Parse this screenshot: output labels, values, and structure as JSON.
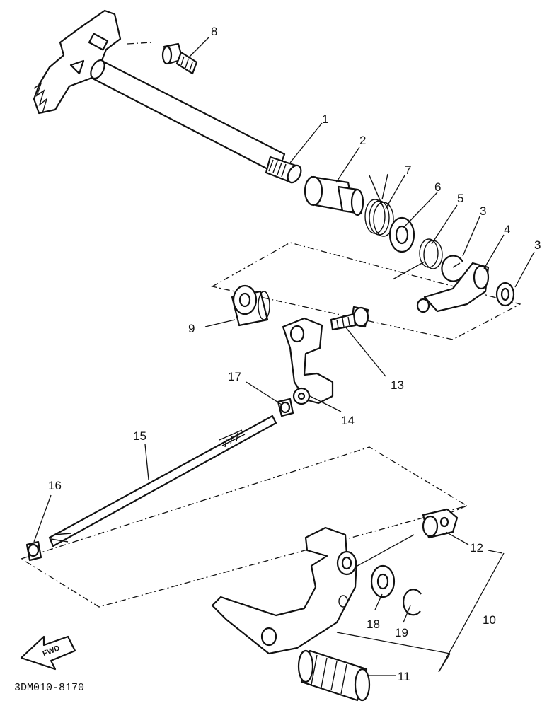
{
  "diagram": {
    "drawing_code": "3DM010-8170",
    "direction_label": "FWD",
    "callouts": [
      {
        "id": "c1",
        "text": "1"
      },
      {
        "id": "c2",
        "text": "2"
      },
      {
        "id": "c3a",
        "text": "3"
      },
      {
        "id": "c3b",
        "text": "3"
      },
      {
        "id": "c4",
        "text": "4"
      },
      {
        "id": "c5",
        "text": "5"
      },
      {
        "id": "c6",
        "text": "6"
      },
      {
        "id": "c7",
        "text": "7"
      },
      {
        "id": "c8",
        "text": "8"
      },
      {
        "id": "c9",
        "text": "9"
      },
      {
        "id": "c10",
        "text": "10"
      },
      {
        "id": "c11",
        "text": "11"
      },
      {
        "id": "c12",
        "text": "12"
      },
      {
        "id": "c13",
        "text": "13"
      },
      {
        "id": "c14",
        "text": "14"
      },
      {
        "id": "c15",
        "text": "15"
      },
      {
        "id": "c16",
        "text": "16"
      },
      {
        "id": "c17",
        "text": "17"
      },
      {
        "id": "c18",
        "text": "18"
      },
      {
        "id": "c19",
        "text": "19"
      }
    ]
  }
}
